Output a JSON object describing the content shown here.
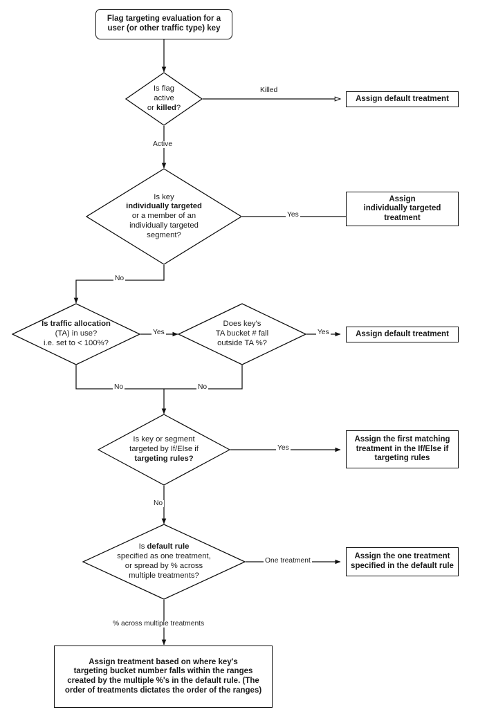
{
  "diagram": {
    "title": "Flag targeting evaluation flowchart",
    "type": "flowchart",
    "colors": {
      "stroke": "#101010",
      "fill": "#ffffff",
      "text": "#1a1a1a"
    },
    "nodes": {
      "start": {
        "shape": "rounded-rectangle",
        "line1": "Flag targeting evaluation for a",
        "line2": "user (or other traffic type) key"
      },
      "decision_flag_state": {
        "shape": "diamond",
        "line1": "Is flag",
        "line2": "active",
        "line3_prefix": "or ",
        "line3_bold": "killed",
        "line3_suffix": "?"
      },
      "assign_default_killed": {
        "shape": "rectangle",
        "line1": "Assign default treatment"
      },
      "decision_individually_targeted": {
        "shape": "diamond",
        "line1": "Is key",
        "line2_bold": "individually targeted",
        "line3": "or a member of an",
        "line4": "individually targeted",
        "line5": "segment?"
      },
      "assign_individually_targeted": {
        "shape": "rectangle",
        "line1": "Assign",
        "line2": "individually targeted",
        "line3": "treatment"
      },
      "decision_traffic_allocation": {
        "shape": "diamond",
        "line1_bold": "Is traffic allocation",
        "line2": "(TA) in use?",
        "line3": "i.e. set to < 100%?"
      },
      "decision_ta_bucket": {
        "shape": "diamond",
        "line1": "Does key's",
        "line2": "TA bucket # fall",
        "line3": "outside TA %?"
      },
      "assign_default_ta": {
        "shape": "rectangle",
        "line1": "Assign default treatment"
      },
      "decision_if_else": {
        "shape": "diamond",
        "line1": "Is key or segment",
        "line2": "targeted by If/Else if",
        "line3_bold": "targeting rules?"
      },
      "assign_first_matching": {
        "shape": "rectangle",
        "line1": "Assign the first matching",
        "line2": "treatment in the If/Else if",
        "line3": "targeting rules"
      },
      "decision_default_rule": {
        "shape": "diamond",
        "line1_prefix": "Is ",
        "line1_bold": "default rule",
        "line2": "specified as one treatment,",
        "line3": "or spread by % across",
        "line4": "multiple treatments?"
      },
      "assign_one_treatment": {
        "shape": "rectangle",
        "line1": "Assign the one treatment",
        "line2": "specified in the default rule"
      },
      "assign_percent_spread": {
        "shape": "rectangle",
        "line1": "Assign treatment based on where key's",
        "line2": "targeting bucket number falls within the ranges",
        "line3": "created by the multiple %'s in the default rule. (The",
        "line4": "order of treatments dictates the order of the ranges)"
      }
    },
    "edge_labels": {
      "killed": "Killed",
      "active": "Active",
      "individually_yes": "Yes",
      "individually_no": "No",
      "ta_yes": "Yes",
      "ta_no": "No",
      "bucket_yes": "Yes",
      "bucket_no": "No",
      "ifelse_yes": "Yes",
      "ifelse_no": "No",
      "one_treatment": "One treatment",
      "percent_across": "% across multiple treatments"
    }
  }
}
